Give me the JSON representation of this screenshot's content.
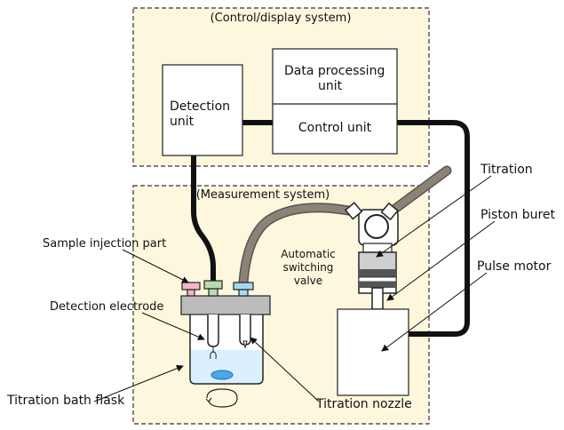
{
  "systems": {
    "control": "(Control/display system)",
    "measurement": "(Measurement system)"
  },
  "units": {
    "detection": [
      "Detection",
      "unit"
    ],
    "data_processing": [
      "Data processing",
      "unit"
    ],
    "control": "Control unit"
  },
  "labels": {
    "titration": "Titration",
    "piston_buret": "Piston buret",
    "pulse_motor": "Pulse motor",
    "automatic_switching_valve": [
      "Automatic",
      "switching",
      "valve"
    ],
    "sample_injection_part": "Sample injection part",
    "detection_electrode": "Detection electrode",
    "titration_bath_flask": "Titration bath flask",
    "titration_nozzle": "Titration nozzle"
  },
  "colors": {
    "panel_fill": "#fdf7dd",
    "liquid": "#dcefff",
    "stirrer": "#4aa8e8",
    "sample_cap": "#f6b8c8",
    "electrode_cap": "#b8dcb0",
    "nozzle_cap": "#a8d8f0",
    "tube": "#8c8377",
    "cable": "#111111"
  }
}
